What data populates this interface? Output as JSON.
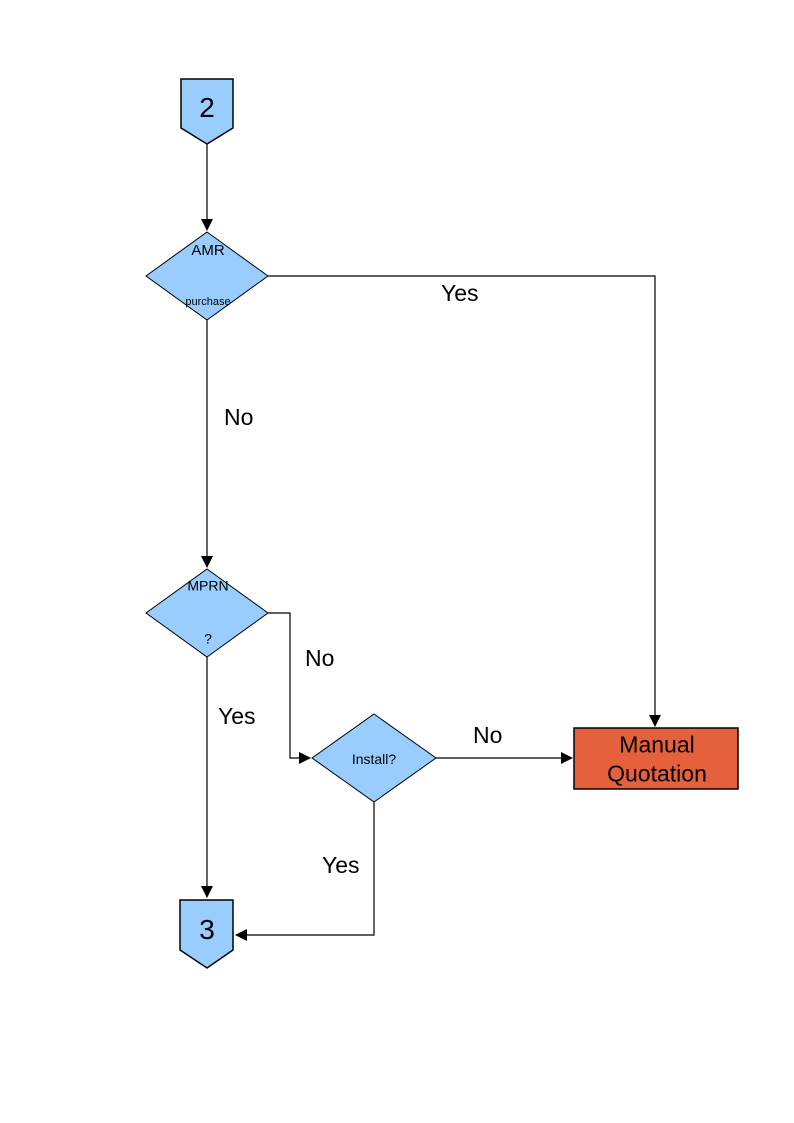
{
  "diagram": {
    "title": "flowchart-page",
    "nodes": {
      "connector_in": {
        "label": "2",
        "type": "off-page-connector"
      },
      "amr_decision": {
        "line1": "AMR",
        "line2": "purchase",
        "type": "decision"
      },
      "mprn_decision": {
        "line1": "MPRN",
        "line2": "?",
        "type": "decision"
      },
      "install_decision": {
        "label": "Install?",
        "type": "decision"
      },
      "manual_quotation": {
        "label": "Manual Quotation",
        "type": "process"
      },
      "connector_out": {
        "label": "3",
        "type": "off-page-connector"
      }
    },
    "edge_labels": {
      "amr_yes": "Yes",
      "amr_no": "No",
      "mprn_no": "No",
      "mprn_yes": "Yes",
      "install_no": "No",
      "install_yes": "Yes"
    },
    "colors": {
      "node_fill": "#99CCFF",
      "alert_fill": "#E5603C",
      "stroke": "#000000",
      "background": "#FFFFFF",
      "text": "#000000"
    }
  }
}
